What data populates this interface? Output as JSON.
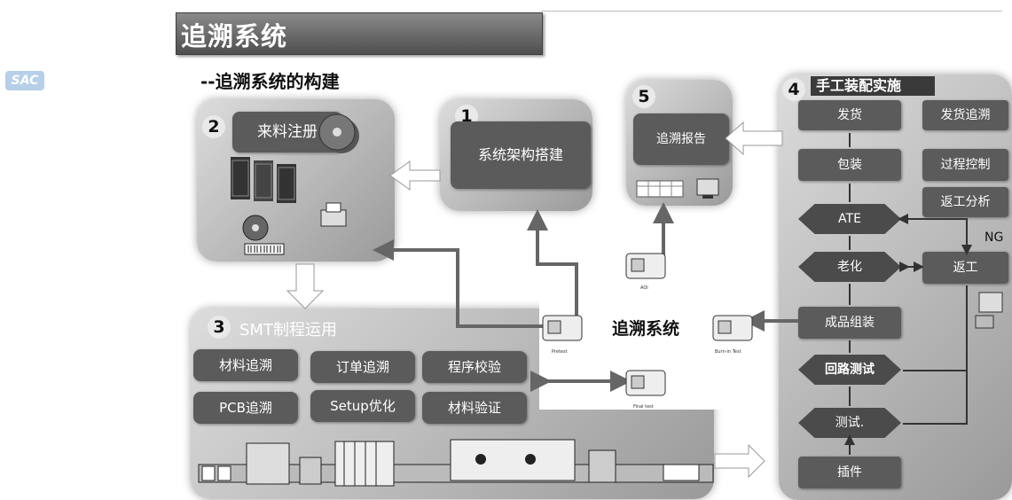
{
  "logo": "SAC",
  "title": "追溯系统",
  "subtitle": "--追溯系统的构建",
  "center_label": "追溯系统",
  "panel1": {
    "num": "1",
    "box": "系统架构搭建"
  },
  "panel2": {
    "num": "2",
    "box": "来料注册"
  },
  "panel3": {
    "num": "3",
    "title": "SMT制程运用",
    "items": [
      "材料追溯",
      "订单追溯",
      "程序校验",
      "PCB追溯",
      "Setup优化",
      "材料验证"
    ]
  },
  "panel4": {
    "num": "4",
    "title": "手工装配实施",
    "flow": [
      "发货",
      "包装",
      "ATE",
      "老化",
      "成品组装",
      "回路测试",
      "测试.",
      "插件"
    ],
    "side": [
      "发货追溯",
      "过程控制",
      "返工分析",
      "返工"
    ],
    "ng": "NG"
  },
  "panel5": {
    "num": "5",
    "box": "追溯报告"
  },
  "stations": {
    "pretest": "Pretest",
    "aoi": "AOI",
    "final": "Final test",
    "burnin": "Burn-in Test"
  },
  "colors": {
    "box": "#5b5b5b",
    "diamond": "#4b4b4b",
    "arrow": "#666666"
  }
}
